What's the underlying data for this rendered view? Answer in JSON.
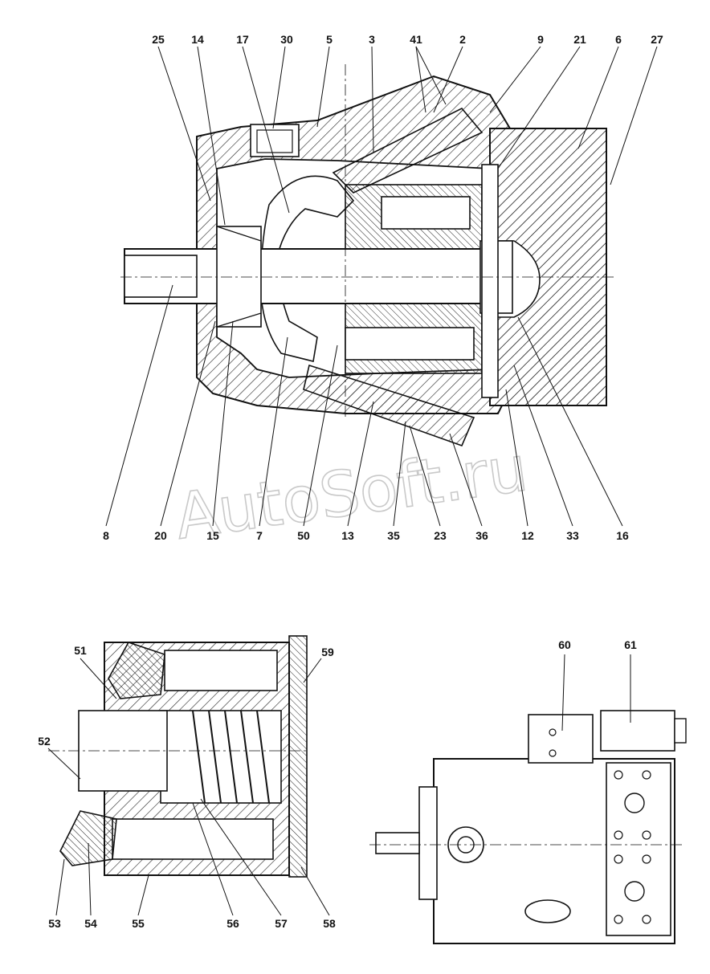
{
  "watermark": "AutoSoft.ru",
  "top_view": {
    "labels": [
      "25",
      "14",
      "17",
      "30",
      "5",
      "3",
      "41",
      "2",
      "9",
      "21",
      "6",
      "27",
      "8",
      "20",
      "15",
      "7",
      "50",
      "13",
      "35",
      "23",
      "36",
      "12",
      "33",
      "16"
    ]
  },
  "bottom_left_view": {
    "labels": [
      "51",
      "59",
      "52",
      "53",
      "54",
      "55",
      "56",
      "57",
      "58"
    ]
  },
  "bottom_right_view": {
    "labels": [
      "60",
      "61"
    ]
  }
}
